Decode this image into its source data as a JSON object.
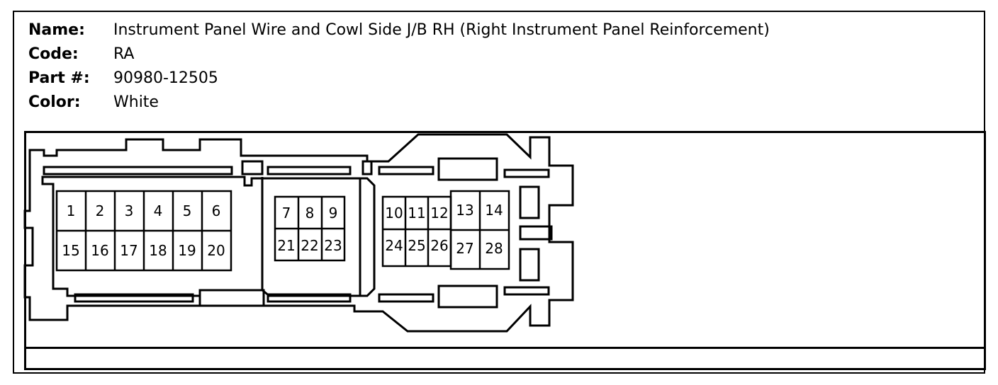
{
  "info": {
    "name_label": "Name:",
    "name_value": "Instrument Panel Wire and Cowl Side J/B RH (Right Instrument Panel Reinforcement)",
    "code_label": "Code:",
    "code_value": "RA",
    "part_label": "Part #:",
    "part_value": "90980-12505",
    "color_label": "Color:",
    "color_value": "White"
  },
  "pins": {
    "p1": "1",
    "p2": "2",
    "p3": "3",
    "p4": "4",
    "p5": "5",
    "p6": "6",
    "p7": "7",
    "p8": "8",
    "p9": "9",
    "p10": "10",
    "p11": "11",
    "p12": "12",
    "p13": "13",
    "p14": "14",
    "p15": "15",
    "p16": "16",
    "p17": "17",
    "p18": "18",
    "p19": "19",
    "p20": "20",
    "p21": "21",
    "p22": "22",
    "p23": "23",
    "p24": "24",
    "p25": "25",
    "p26": "26",
    "p27": "27",
    "p28": "28"
  }
}
